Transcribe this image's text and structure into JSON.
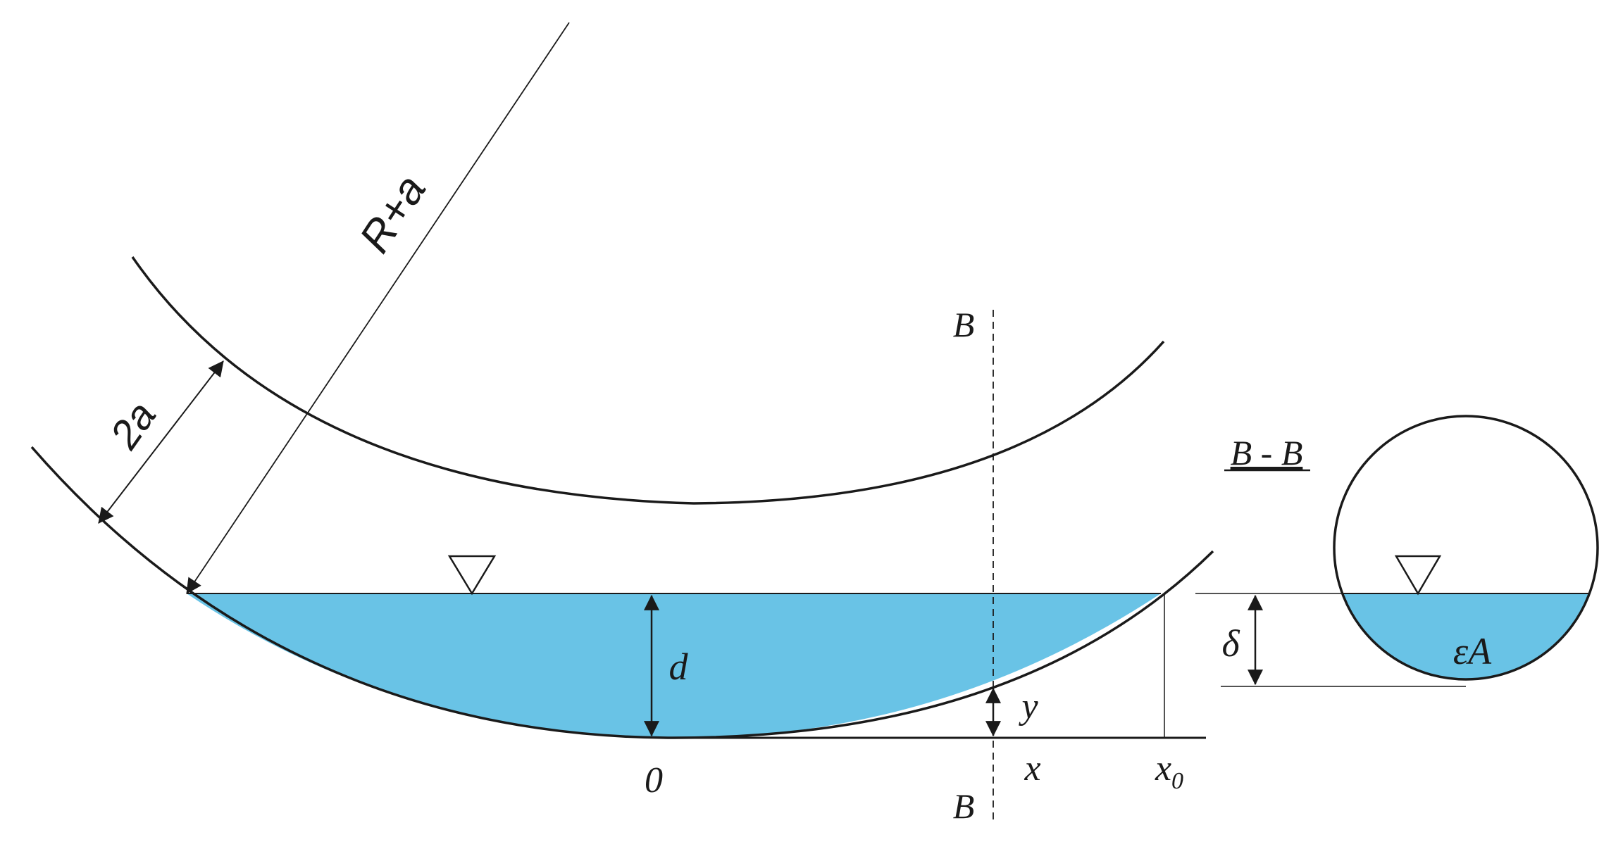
{
  "colors": {
    "water": "#69c3e6",
    "line": "#1a1a1a",
    "background": "#ffffff"
  },
  "icons": {
    "water_level_marker": "inverted-triangle-icon"
  },
  "labels": {
    "radius": "R+a",
    "width": "2a",
    "section_top": "B",
    "section_bottom": "B",
    "section_title": "B - B",
    "depth": "d",
    "origin": "0",
    "x": "x",
    "x0": "x",
    "x0_sub": "0",
    "y": "y",
    "delta": "δ",
    "area": "εA"
  }
}
